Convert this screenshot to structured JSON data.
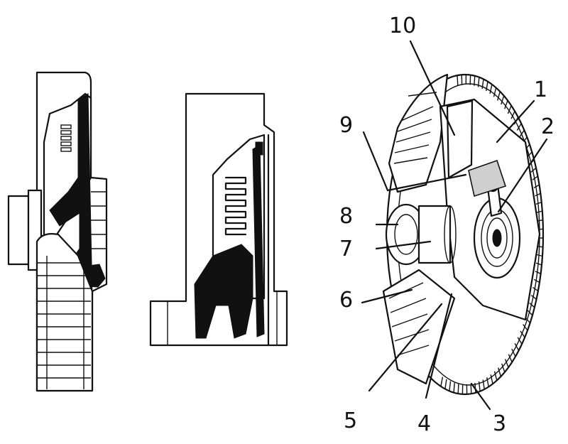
{
  "labels": {
    "l1": "1",
    "l2": "2",
    "l3": "3",
    "l4": "4",
    "l5": "5",
    "l6": "6",
    "l7": "7",
    "l8": "8",
    "l9": "9",
    "l10": "10"
  },
  "colors": {
    "ink": "#111111",
    "paper": "#ffffff",
    "shade": "#cfcfcf"
  }
}
